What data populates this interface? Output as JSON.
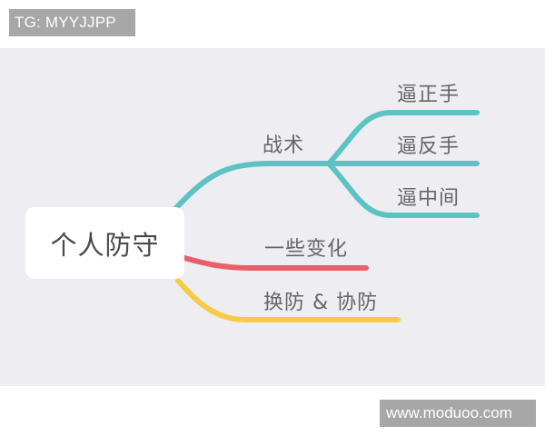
{
  "watermarks": {
    "top": "TG: MYYJJPP",
    "bottom": "www.moduoo.com"
  },
  "mindmap": {
    "root": {
      "label": "个人防守"
    },
    "colors": {
      "background": "#eeedf1",
      "teal": "#5cc3c4",
      "red": "#e9606c",
      "yellow": "#f6cb45",
      "text": "#666666"
    },
    "branches": [
      {
        "label": "战术",
        "color": "#5cc3c4",
        "children": [
          {
            "label": "逼正手"
          },
          {
            "label": "逼反手"
          },
          {
            "label": "逼中间"
          }
        ]
      },
      {
        "label": "一些变化",
        "color": "#e9606c",
        "children": []
      },
      {
        "label": "换防 & 协防",
        "color": "#f6cb45",
        "children": []
      }
    ]
  }
}
